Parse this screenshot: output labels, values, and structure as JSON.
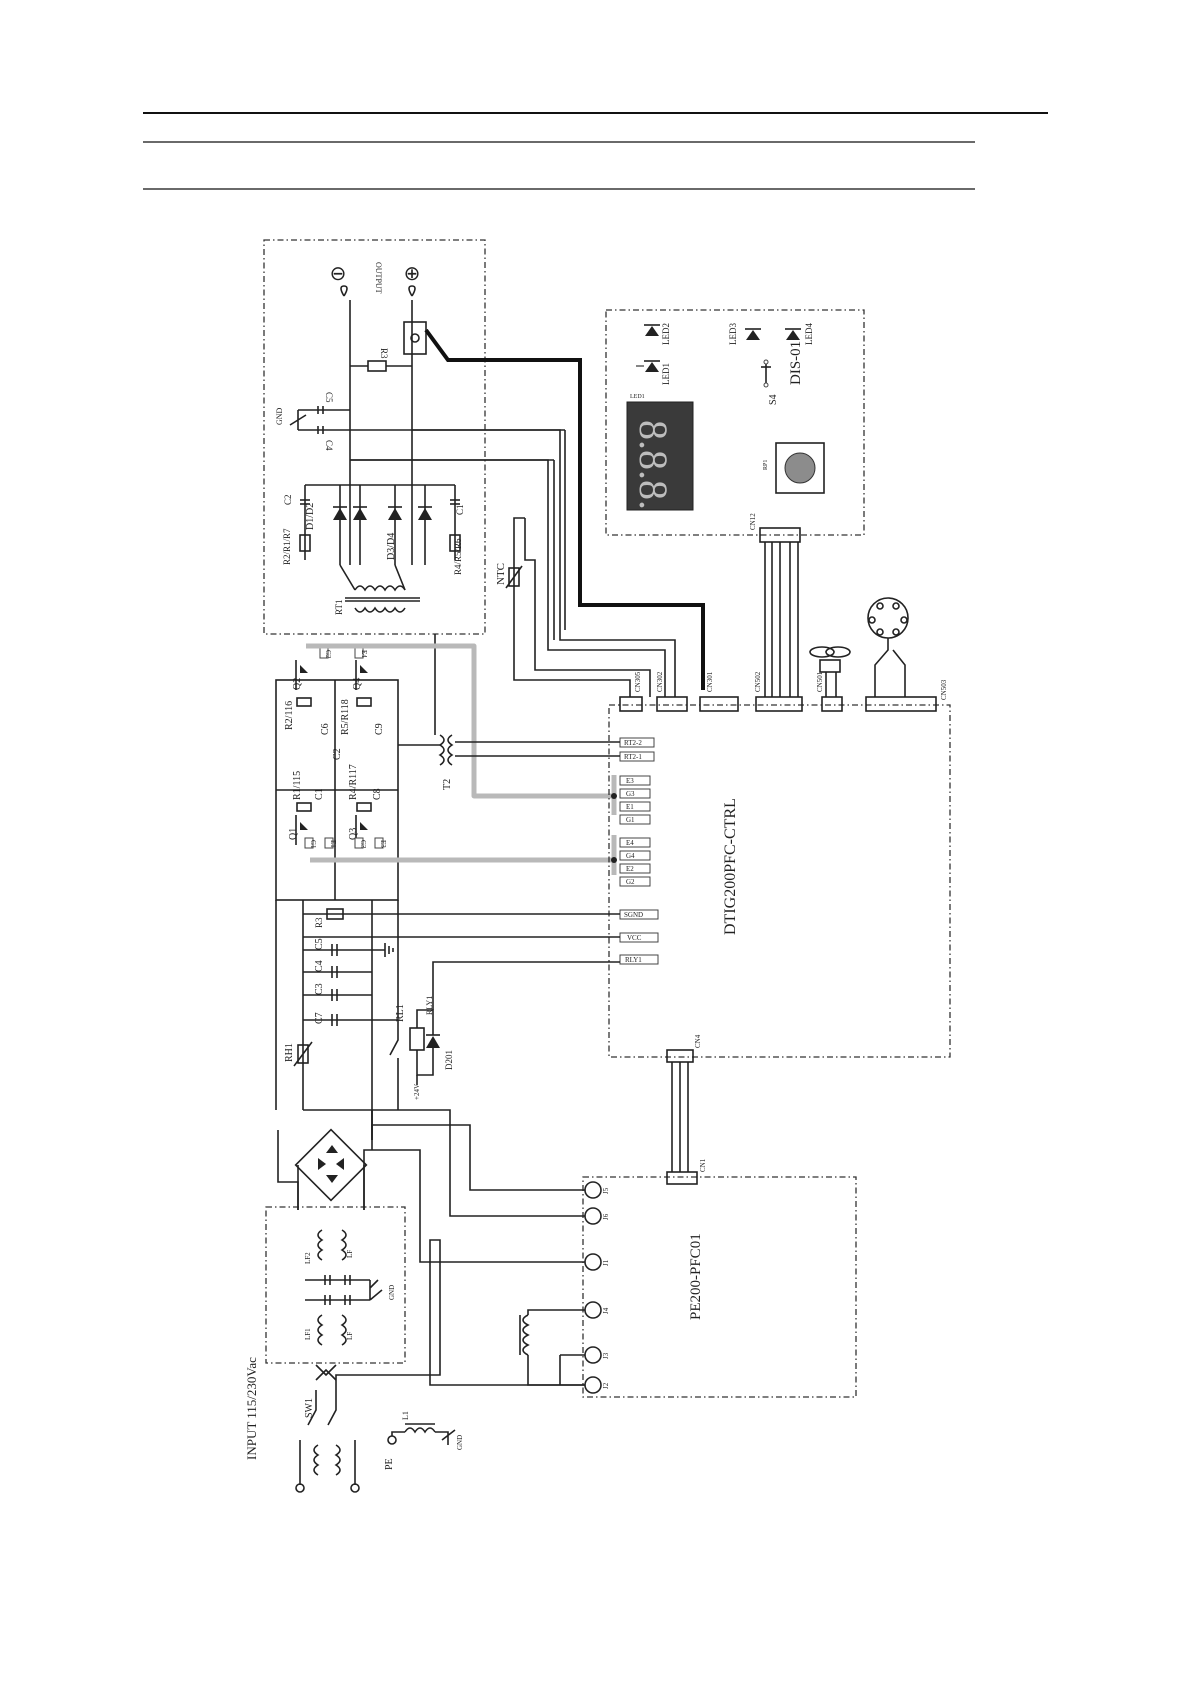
{
  "page": {
    "width": 1191,
    "height": 1685
  },
  "header": {
    "rule_color": "#111111"
  },
  "blocks": {
    "output": {
      "label": "OUTPUT",
      "minus": "⊖",
      "plus": "⊕"
    },
    "display": {
      "name": "DIS-01"
    },
    "control": {
      "name": "DTIG200PFC-CTRL"
    },
    "pfc": {
      "name": "PE200-PFC01"
    },
    "input": {
      "label": "INPUT 115/230Vac"
    }
  },
  "components": {
    "r3_out": "R3",
    "c5_out": "C5",
    "c4_out": "C4",
    "gnd_out": "GND",
    "c2_out": "C2",
    "c1_out": "C1",
    "r2r1r7": "R2/R1/R7",
    "d1d2": "D1/D2",
    "d3d4": "D3/D4",
    "r4r5r6": "R4/R5/R6",
    "rt1": "RT1",
    "ntc": "NTC",
    "q2": "Q2",
    "q4": "Q4",
    "q1": "Q1",
    "q3": "Q3",
    "r2r116": "R2/116",
    "r5r118": "R5/R118",
    "r1r115": "R1/115",
    "r4r117": "R4/R117",
    "c6": "C6",
    "c9": "C9",
    "c2_mid": "C2",
    "c1_mid": "C1",
    "c8": "C8",
    "t2": "T2",
    "r3_mid": "R3",
    "c5_low": "C5",
    "c4_low": "C4",
    "c3_low": "C3",
    "c7_low": "C7",
    "rh1": "RH1",
    "rl1": "RL1",
    "rly1": "RLY1",
    "d201": "D201",
    "v24": "+24V",
    "lf2": "LF2",
    "lf1": "LF1",
    "lf_a": "LF",
    "lf_b": "LF",
    "gnd_in": "GND",
    "sw1": "SW1",
    "l1": "L1",
    "pe": "PE",
    "gnd_pe": "GND",
    "led1": "LED1",
    "led2": "LED2",
    "led3": "LED3",
    "led4": "LED4",
    "s4": "S4",
    "rp1": "RP1",
    "seg_led": "LED1",
    "seg_digits": "8.8.8."
  },
  "connectors": {
    "cn305": "CN305",
    "cn302": "CN302",
    "cn301": "CN301",
    "cn502": "CN502",
    "cn501": "CN501",
    "cn503": "CN503",
    "cn12": "CN12",
    "cn4": "CN4",
    "cn1": "CN1",
    "j5": "J5",
    "j6": "J6",
    "j1": "J1",
    "j4": "J4",
    "j3": "J3",
    "j2": "J2"
  },
  "signals": {
    "rt2_2": "RT2-2",
    "rt2_1": "RT2-1",
    "e3": "E3",
    "g3": "G3",
    "e1": "E1",
    "g1": "G1",
    "e4": "E4",
    "g4": "G4",
    "e2": "E2",
    "g2": "G2",
    "sgnd": "SGND",
    "vcc": "VCC",
    "rly1": "RLY1",
    "q2_e": "E2",
    "q2_g": "G2",
    "q4_e": "E4",
    "q4_g": "G4",
    "q1_e": "E1",
    "q1_g": "G1",
    "q3_e": "E3",
    "q3_g": "G3"
  }
}
